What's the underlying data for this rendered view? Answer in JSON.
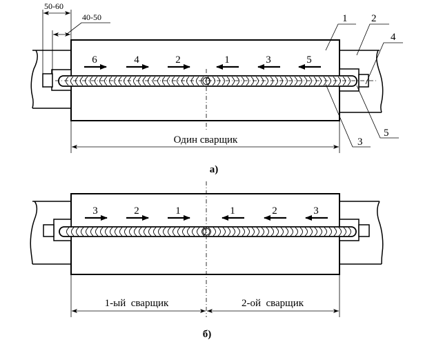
{
  "figure_a": {
    "caption": "а)",
    "dim_left_outer": "50-60",
    "dim_left_inner": "40-50",
    "span_label": "Один сварщик",
    "pass_arrows": [
      {
        "label": "6",
        "direction": "right"
      },
      {
        "label": "4",
        "direction": "right"
      },
      {
        "label": "2",
        "direction": "right"
      },
      {
        "label": "1",
        "direction": "left"
      },
      {
        "label": "3",
        "direction": "left"
      },
      {
        "label": "5",
        "direction": "left"
      }
    ],
    "callouts": [
      {
        "label": "1",
        "part": "plate"
      },
      {
        "label": "2",
        "part": "clamp-bar"
      },
      {
        "label": "4",
        "part": "run-off-tab-small"
      },
      {
        "label": "5",
        "part": "run-off-tab-large"
      },
      {
        "label": "3",
        "part": "weld-seam"
      }
    ]
  },
  "figure_b": {
    "caption": "б)",
    "span_left_label": "1-ый  сварщик",
    "span_right_label": "2-ой  сварщик",
    "pass_arrows": [
      {
        "label": "3",
        "direction": "right"
      },
      {
        "label": "2",
        "direction": "right"
      },
      {
        "label": "1",
        "direction": "right"
      },
      {
        "label": "1",
        "direction": "left"
      },
      {
        "label": "2",
        "direction": "left"
      },
      {
        "label": "3",
        "direction": "left"
      }
    ]
  },
  "colors": {
    "ink": "#000000",
    "paper": "#ffffff"
  }
}
